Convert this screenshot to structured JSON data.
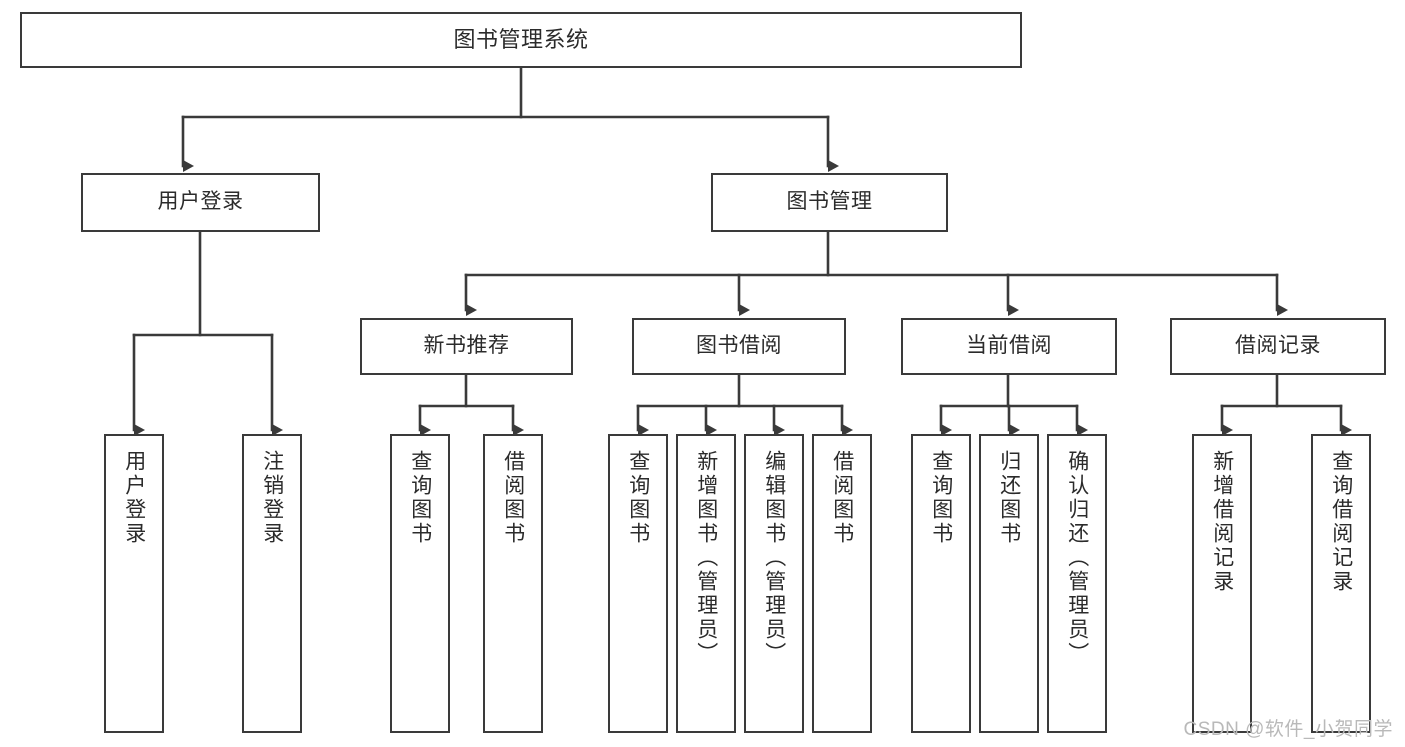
{
  "diagram": {
    "title": "图书管理系统",
    "watermark": "CSDN @软件_小贺同学",
    "colors": {
      "stroke": "#3a3a3a",
      "text": "#2b2b2b",
      "background": "#ffffff",
      "watermark": "#b9b9b9"
    },
    "nodes": {
      "root": {
        "label": "图书管理系统"
      },
      "level1": [
        {
          "label": "用户登录"
        },
        {
          "label": "图书管理"
        }
      ],
      "level2": [
        {
          "label": "新书推荐"
        },
        {
          "label": "图书借阅"
        },
        {
          "label": "当前借阅"
        },
        {
          "label": "借阅记录"
        }
      ],
      "leaves": {
        "user_login": [
          {
            "label": "用户登录"
          },
          {
            "label": "注销登录"
          }
        ],
        "new_book_recommend": [
          {
            "label": "查询图书"
          },
          {
            "label": "借阅图书"
          }
        ],
        "book_borrow": [
          {
            "label": "查询图书"
          },
          {
            "label": "新增图书（管理员）"
          },
          {
            "label": "编辑图书（管理员）"
          },
          {
            "label": "借阅图书"
          }
        ],
        "current_borrow": [
          {
            "label": "查询图书"
          },
          {
            "label": "归还图书"
          },
          {
            "label": "确认归还（管理员）"
          }
        ],
        "borrow_record": [
          {
            "label": "新增借阅记录"
          },
          {
            "label": "查询借阅记录"
          }
        ]
      }
    }
  }
}
